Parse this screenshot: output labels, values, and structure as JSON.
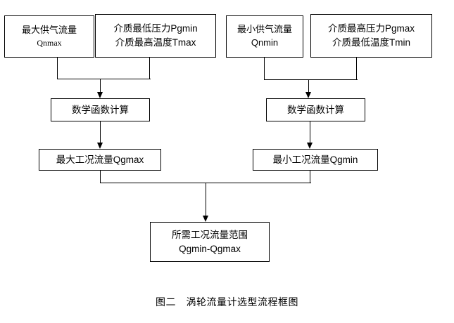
{
  "figure": {
    "caption": "图二　涡轮流量计选型流程框图",
    "background_color": "#ffffff",
    "line_color": "#000000"
  },
  "nodes": {
    "qnmax": {
      "line1": "最大供气流量",
      "line2": "Qnmax"
    },
    "pgmin_tmax": {
      "line1": "介质最低压力Pgmin",
      "line2": "介质最高温度Tmax"
    },
    "qnmin": {
      "line1": "最小供气流量",
      "line2": "Qnmin"
    },
    "pgmax_tmin": {
      "line1": "介质最高压力Pgmax",
      "line2": "介质最低温度Tmin"
    },
    "calc_left": {
      "line1": "数学函数计算"
    },
    "calc_right": {
      "line1": "数学函数计算"
    },
    "qgmax": {
      "line1": "最大工况流量Qgmax"
    },
    "qgmin": {
      "line1": "最小工况流量Qgmin"
    },
    "range": {
      "line1": "所需工况流量范围",
      "line2": "Qgmin-Qgmax"
    }
  }
}
